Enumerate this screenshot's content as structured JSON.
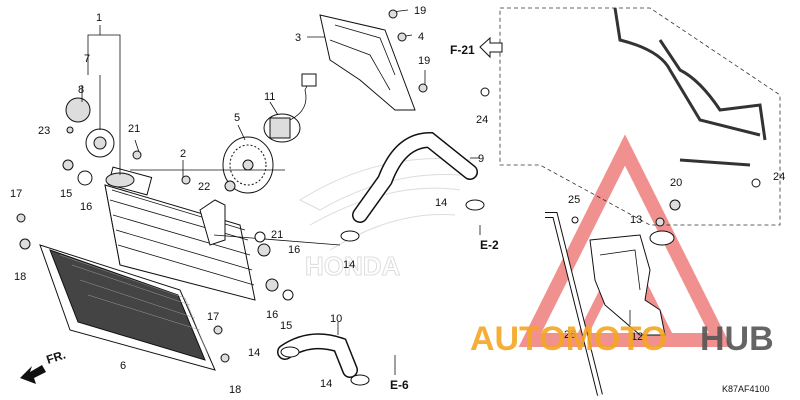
{
  "diagram": {
    "part_callouts": [
      {
        "id": "c1",
        "label": "1"
      },
      {
        "id": "c2",
        "label": "2"
      },
      {
        "id": "c3",
        "label": "3"
      },
      {
        "id": "c4",
        "label": "4"
      },
      {
        "id": "c5",
        "label": "5"
      },
      {
        "id": "c6",
        "label": "6"
      },
      {
        "id": "c7",
        "label": "7"
      },
      {
        "id": "c8",
        "label": "8"
      },
      {
        "id": "c9",
        "label": "9"
      },
      {
        "id": "c10",
        "label": "10"
      },
      {
        "id": "c11",
        "label": "11"
      },
      {
        "id": "c12",
        "label": "12"
      },
      {
        "id": "c13",
        "label": "13"
      },
      {
        "id": "c14a",
        "label": "14"
      },
      {
        "id": "c14b",
        "label": "14"
      },
      {
        "id": "c14c",
        "label": "14"
      },
      {
        "id": "c14d",
        "label": "14"
      },
      {
        "id": "c15a",
        "label": "15"
      },
      {
        "id": "c15b",
        "label": "15"
      },
      {
        "id": "c16a",
        "label": "16"
      },
      {
        "id": "c16b",
        "label": "16"
      },
      {
        "id": "c16c",
        "label": "16"
      },
      {
        "id": "c17a",
        "label": "17"
      },
      {
        "id": "c17b",
        "label": "17"
      },
      {
        "id": "c18a",
        "label": "18"
      },
      {
        "id": "c18b",
        "label": "18"
      },
      {
        "id": "c19a",
        "label": "19"
      },
      {
        "id": "c19b",
        "label": "19"
      },
      {
        "id": "c20",
        "label": "20"
      },
      {
        "id": "c21a",
        "label": "21"
      },
      {
        "id": "c21b",
        "label": "21"
      },
      {
        "id": "c22",
        "label": "22"
      },
      {
        "id": "c23",
        "label": "23"
      },
      {
        "id": "c24a",
        "label": "24"
      },
      {
        "id": "c24b",
        "label": "24"
      },
      {
        "id": "c25",
        "label": "25"
      },
      {
        "id": "c26",
        "label": "26"
      }
    ],
    "section_refs": [
      {
        "id": "f21",
        "label": "F-21"
      },
      {
        "id": "e2",
        "label": "E-2"
      },
      {
        "id": "e6",
        "label": "E-6"
      }
    ],
    "front_label": "FR.",
    "drawing_code": "K87AF4100",
    "brand_emboss": "HONDA",
    "watermark": {
      "word1": "AUTOMOTO",
      "word2": "HUB",
      "accent": "#f5a623",
      "red": "#e53935",
      "dark": "#555555"
    }
  }
}
